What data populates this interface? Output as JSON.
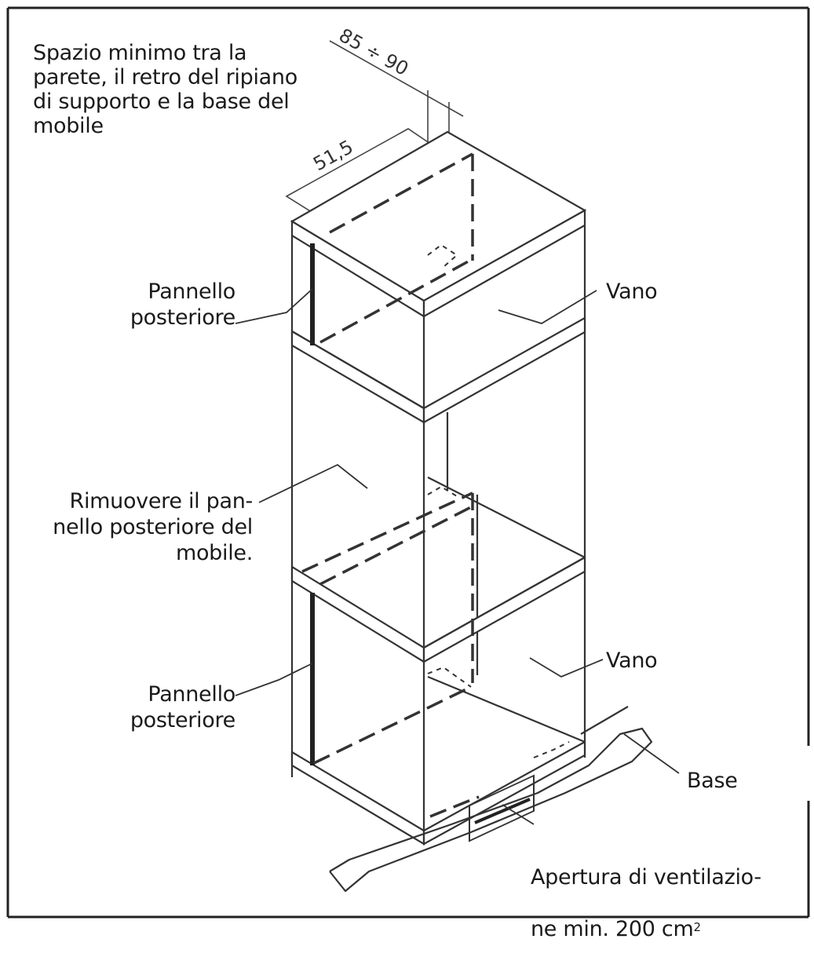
{
  "labels": {
    "min_space": "Spazio minimo tra la\nparete, il retro del ripiano\ndi supporto e la base del\nmobile",
    "back_panel_top": "Pannello\nposteriore",
    "compartment_top": "Vano",
    "remove_panel": "Rimuovere il pan-\nnello posteriore del\nmobile.",
    "compartment_bottom": "Vano",
    "back_panel_bottom": "Pannello\nposteriore",
    "base": "Base",
    "vent_line1": "Apertura di ventilazio-",
    "vent_line2_prefix": "ne min. 200 cm",
    "vent_line2_sup": "2"
  },
  "dimensions": {
    "gap": "85 ÷ 90",
    "depth": "51,5"
  }
}
